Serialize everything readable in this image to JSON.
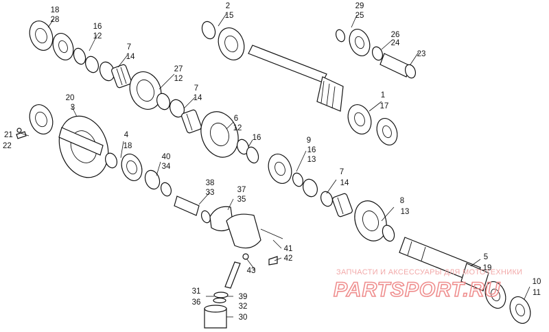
{
  "callouts": [
    {
      "id": "c1",
      "top": "18",
      "bottom": "28"
    },
    {
      "id": "c2",
      "top": "16",
      "bottom": "12"
    },
    {
      "id": "c3",
      "top": "7",
      "bottom": "14"
    },
    {
      "id": "c4",
      "top": "27",
      "bottom": "12"
    },
    {
      "id": "c5",
      "top": "7",
      "bottom": "14"
    },
    {
      "id": "c6",
      "top": "2",
      "bottom": "15"
    },
    {
      "id": "c7",
      "top": "29",
      "bottom": "25"
    },
    {
      "id": "c8",
      "top": "26",
      "bottom": "24"
    },
    {
      "id": "c9",
      "top": "23",
      "bottom": ""
    },
    {
      "id": "c10",
      "top": "1",
      "bottom": "17"
    },
    {
      "id": "c11",
      "top": "20",
      "bottom": "3"
    },
    {
      "id": "c12",
      "top": "6",
      "bottom": "12"
    },
    {
      "id": "c13",
      "top": "16",
      "bottom": ""
    },
    {
      "id": "c14",
      "top": "21",
      "bottom": "22"
    },
    {
      "id": "c15",
      "top": "4",
      "bottom": "18"
    },
    {
      "id": "c16",
      "top": "40",
      "bottom": "34"
    },
    {
      "id": "c17",
      "top": "9",
      "bottom": "16"
    },
    {
      "id": "c18",
      "top": "13",
      "bottom": ""
    },
    {
      "id": "c19",
      "top": "7",
      "bottom": "14"
    },
    {
      "id": "c20",
      "top": "38",
      "bottom": "33"
    },
    {
      "id": "c21",
      "top": "37",
      "bottom": "35"
    },
    {
      "id": "c22",
      "top": "8",
      "bottom": "13"
    },
    {
      "id": "c23",
      "top": "41",
      "bottom": ""
    },
    {
      "id": "c24",
      "top": "42",
      "bottom": ""
    },
    {
      "id": "c25",
      "top": "43",
      "bottom": ""
    },
    {
      "id": "c26",
      "top": "5",
      "bottom": "19"
    },
    {
      "id": "c27",
      "top": "31",
      "bottom": "36"
    },
    {
      "id": "c28",
      "top": "39",
      "bottom": "32"
    },
    {
      "id": "c29",
      "top": "30",
      "bottom": ""
    },
    {
      "id": "c30",
      "top": "10",
      "bottom": "11"
    }
  ],
  "watermark": {
    "tagline": "ЗАПЧАСТИ И АКСЕССУАРЫ ДЛЯ МОТОТЕХНИКИ",
    "brand": "PARTSPORT.RU"
  },
  "colors": {
    "line": "#111111",
    "watermark": "#ef8e8e",
    "background": "#ffffff"
  }
}
